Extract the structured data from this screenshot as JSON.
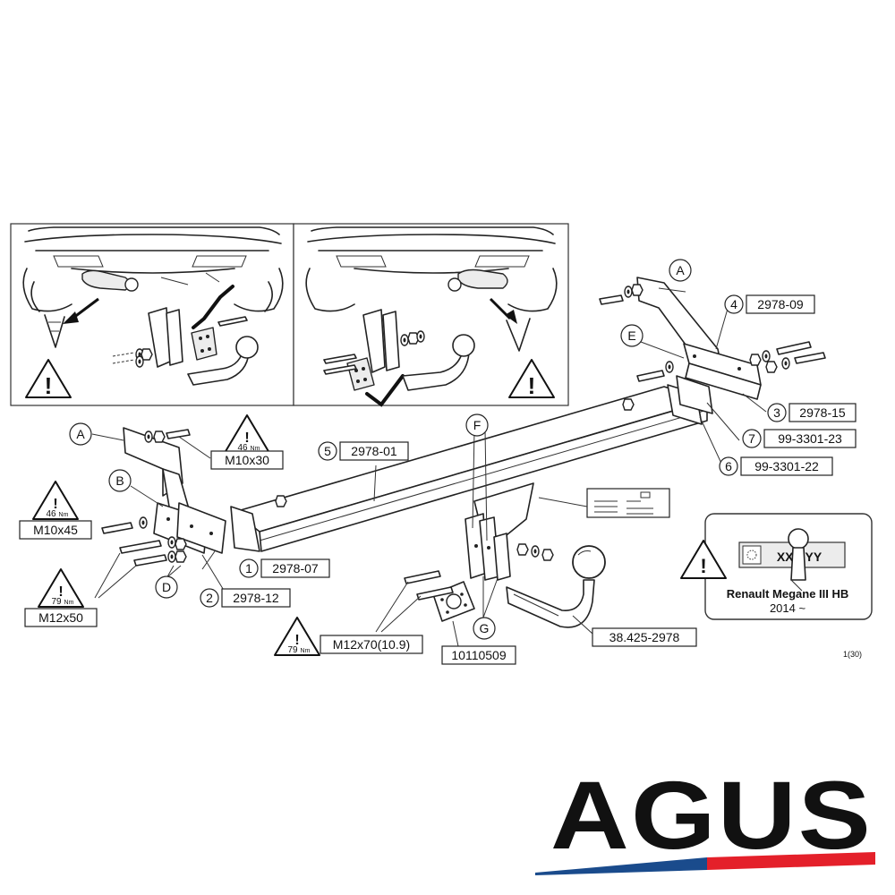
{
  "brand": {
    "logo_text": "AGUS",
    "navy": "#1a4b8c",
    "red": "#e4202a"
  },
  "page_number": "1(30)",
  "vehicle": {
    "model": "Renault Megane III HB",
    "year": "2014 ~",
    "plate_text": "XXX YY"
  },
  "torque": {
    "t46": "46",
    "t79": "79",
    "unit": "Nm"
  },
  "warning_symbol": "!",
  "callouts": {
    "A": "A",
    "B": "B",
    "D": "D",
    "E": "E",
    "F": "F",
    "G": "G",
    "n1": "1",
    "n2": "2",
    "n3": "3",
    "n4": "4",
    "n5": "5",
    "n6": "6",
    "n7": "7"
  },
  "parts": {
    "p1": "2978-07",
    "p2": "2978-12",
    "p3": "2978-15",
    "p4": "2978-09",
    "p5": "2978-01",
    "p6": "99-3301-22",
    "p7": "99-3301-23",
    "towball": "38.425-2978",
    "socket_plate": "10110509"
  },
  "bolts": {
    "m10x30": "M10x30",
    "m10x45": "M10x45",
    "m12x50": "M12x50",
    "m12x70": "M12x70(10.9)"
  }
}
